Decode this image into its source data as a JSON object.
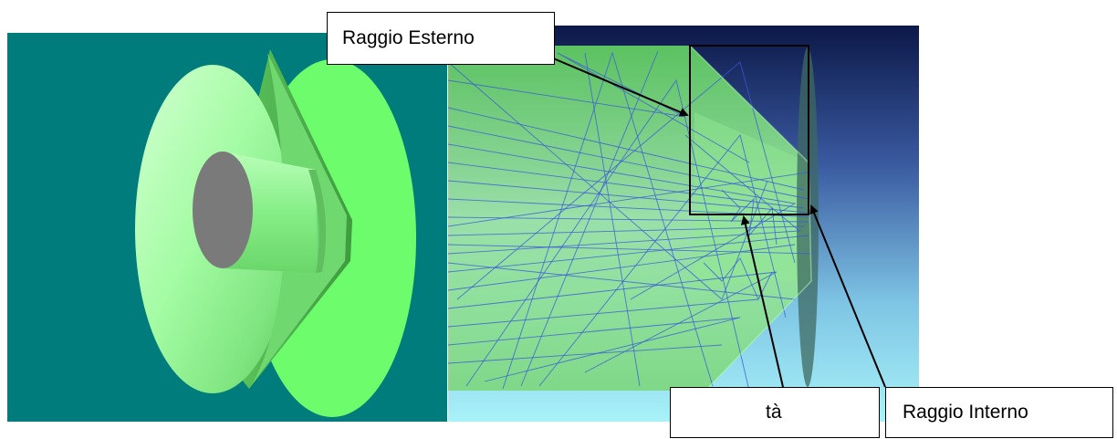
{
  "labels": {
    "outer_radius": "Raggio Esterno",
    "truncated": "tà",
    "inner_radius": "Raggio Interno"
  },
  "colors": {
    "left_background": "#007c7c",
    "cone_light": "#b4ffb4",
    "cone_mid": "#7ff07f",
    "cone_dark": "#4fb84f",
    "disk": "#6cfc6c",
    "hole": "#7a7a7a",
    "ray_trace": "#3a5ad8",
    "right_background_top": "#0c1848",
    "right_background_bottom": "#a8f2f8",
    "outline": "#000000"
  }
}
